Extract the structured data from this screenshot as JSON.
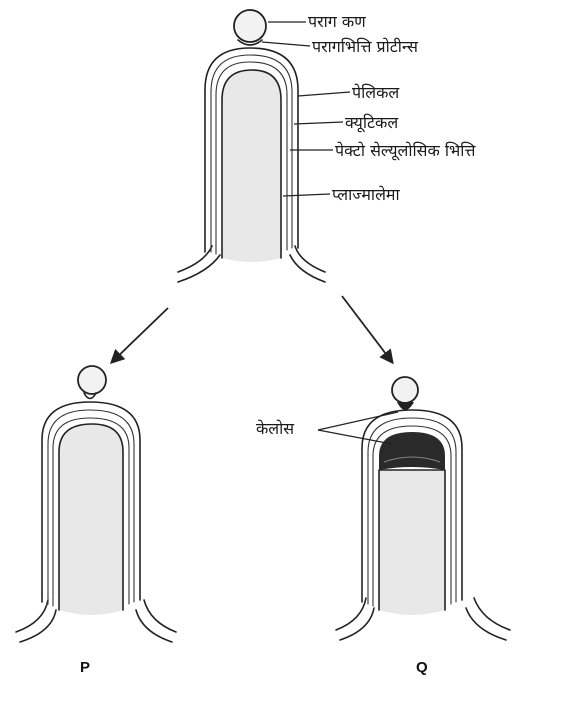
{
  "labels": {
    "pollen_grain": "पराग कण",
    "pollen_wall_proteins": "परागभित्ति प्रोटीन्स",
    "pellicle": "पेलिकल",
    "cuticle": "क्यूटिकल",
    "pectocellulosic_wall": "पेक्टो सेल्यूलोसिक भित्ति",
    "plasmalemma": "प्लाज्मालेमा",
    "callose": "केलोस"
  },
  "panels": {
    "left": "P",
    "right": "Q"
  }
}
